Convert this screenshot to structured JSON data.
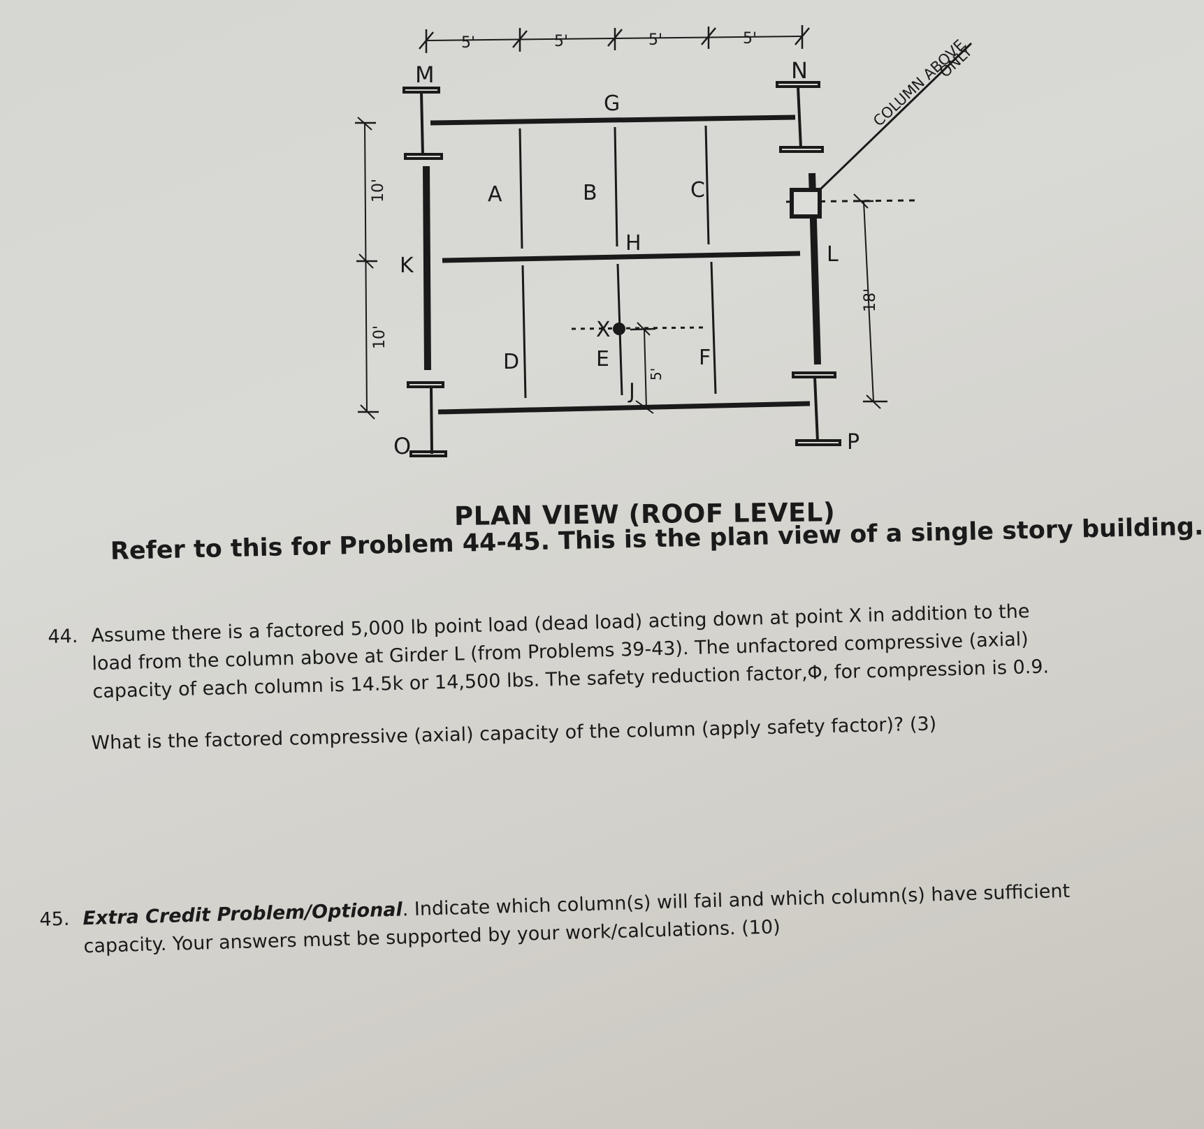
{
  "diagram": {
    "dimensions_top": [
      "5'",
      "5'",
      "5'",
      "5'"
    ],
    "dimensions_left": [
      "10'",
      "10'"
    ],
    "dimension_right": "18'",
    "dimension_x": "5'",
    "columns": {
      "M": "M",
      "N": "N",
      "O": "O",
      "P": "P"
    },
    "girders": {
      "G": "G",
      "H": "H",
      "J": "J",
      "K": "K",
      "L": "L"
    },
    "beams": {
      "A": "A",
      "B": "B",
      "C": "C",
      "D": "D",
      "E": "E",
      "F": "F"
    },
    "point_load": "X",
    "column_above_note": [
      "COLUMN ABOVE",
      "ONLY"
    ]
  },
  "caption": "PLAN VIEW (ROOF LEVEL)",
  "refer_text": "Refer to this for Problem 44-45. This is the plan view of a single story building.",
  "problems": [
    {
      "number": "44.",
      "lines": [
        "Assume there is a factored 5,000 lb point load (dead load) acting down at point X in addition to the",
        "load from the column above at Girder L (from Problems 39-43). The unfactored compressive (axial)",
        "capacity of each column is 14.5k or 14,500 lbs. The safety reduction factor,Φ, for compression  is 0.9."
      ],
      "question": "What is the factored compressive (axial) capacity of the column (apply safety factor)? (3)"
    },
    {
      "number": "45.",
      "title": "Extra Credit Problem/Optional",
      "lines": [
        ". Indicate which column(s) will fail and which column(s) have sufficient",
        "capacity. Your answers must be supported by your work/calculations. (10)"
      ]
    }
  ]
}
